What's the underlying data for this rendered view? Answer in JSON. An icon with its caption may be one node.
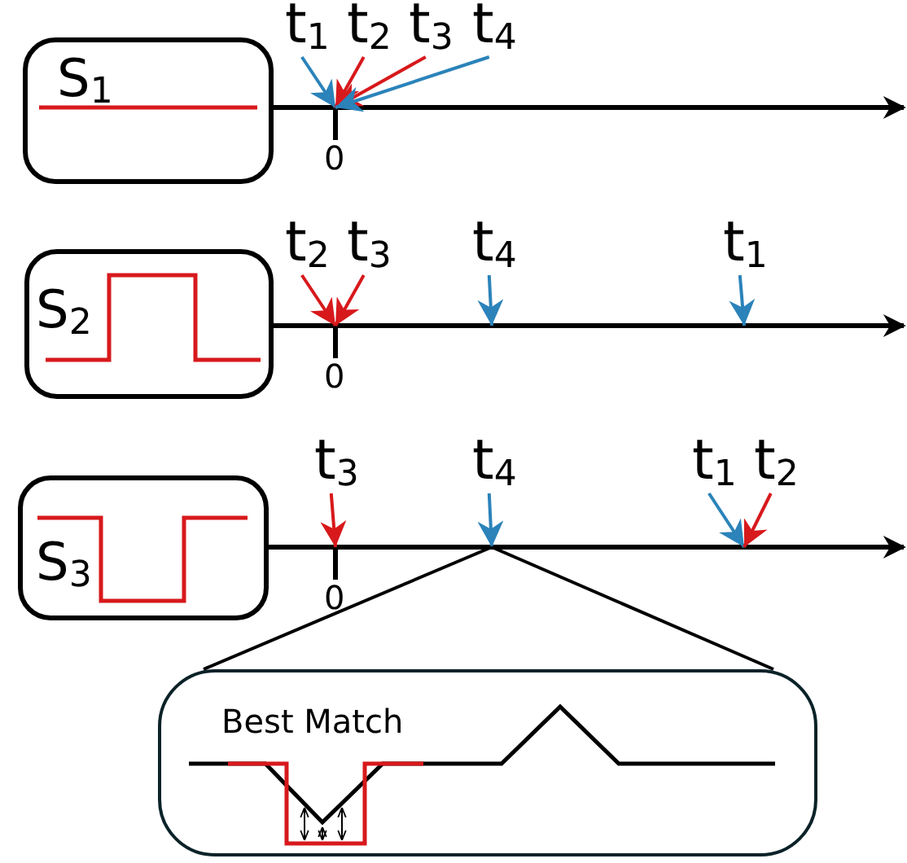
{
  "diagram": {
    "nodes": [
      {
        "text": [
          "t$_{1}$"
        ]
      },
      {
        "text": [
          "t$_{2}$"
        ]
      },
      {
        "text": [
          "t$_{3}$"
        ]
      },
      {
        "text": [
          "t$_{4}$"
        ]
      },
      {
        "text": [
          "S$_{1}$"
        ]
      },
      {
        "text": [],
        "shape": "line",
        "beside": [
          "0"
        ]
      },
      {
        "text": [
          "t$_{2}$"
        ]
      },
      {
        "text": [
          "t$_{3}$"
        ]
      },
      {
        "text": [
          "t$_{4}$"
        ]
      },
      {
        "text": [
          "t$_{1}$"
        ]
      },
      {
        "text": [
          "S$_{2}$"
        ]
      },
      {
        "text": [],
        "shape": "line",
        "beside": [
          "0"
        ]
      },
      {
        "text": [
          "t$_{3}$"
        ]
      },
      {
        "text": [
          "t$_{4}$"
        ]
      },
      {
        "text": [
          "t$_{1}$"
        ]
      },
      {
        "text": [
          "t$_{2}$"
        ]
      },
      {
        "text": [
          "S$_{3}$"
        ]
      },
      {
        "text": [],
        "shape": "line",
        "beside": [
          "0"
        ]
      },
      {
        "text": [
          "Best Match"
        ]
      }
    ],
    "edges": [
      {
        "from": 0,
        "to": 5,
        "arrow": "to",
        "color": "#2b83ba"
      },
      {
        "from": 1,
        "to": 5,
        "arrow": "to",
        "color": "#d7191c"
      },
      {
        "from": 2,
        "to": 5,
        "arrow": "to",
        "color": "#d7191c"
      },
      {
        "from": 3,
        "to": 5,
        "arrow": "to",
        "color": "#2b83ba"
      },
      {
        "from": 6,
        "to": 11,
        "arrow": "to",
        "color": "#d7191c"
      },
      {
        "from": 7,
        "to": 11,
        "arrow": "to",
        "color": "#d7191c"
      },
      {
        "from": 8,
        "to": 11,
        "arrow": "to",
        "color": "#2b83ba"
      },
      {
        "from": 9,
        "to": 11,
        "arrow": "to",
        "color": "#2b83ba"
      },
      {
        "from": 12,
        "to": 17,
        "arrow": "to",
        "color": "#d7191c"
      },
      {
        "from": 13,
        "to": 17,
        "arrow": "to",
        "color": "#2b83ba"
      },
      {
        "from": 14,
        "to": 17,
        "arrow": "to",
        "color": "#2b83ba"
      },
      {
        "from": 15,
        "to": 17,
        "arrow": "to",
        "color": "#d7191c"
      },
      {
        "from": 17,
        "to": 18,
        "arrow": "none",
        "color": "#000000"
      },
      {
        "from": 17,
        "to": 18,
        "arrow": "none",
        "color": "#000000"
      }
    ]
  }
}
